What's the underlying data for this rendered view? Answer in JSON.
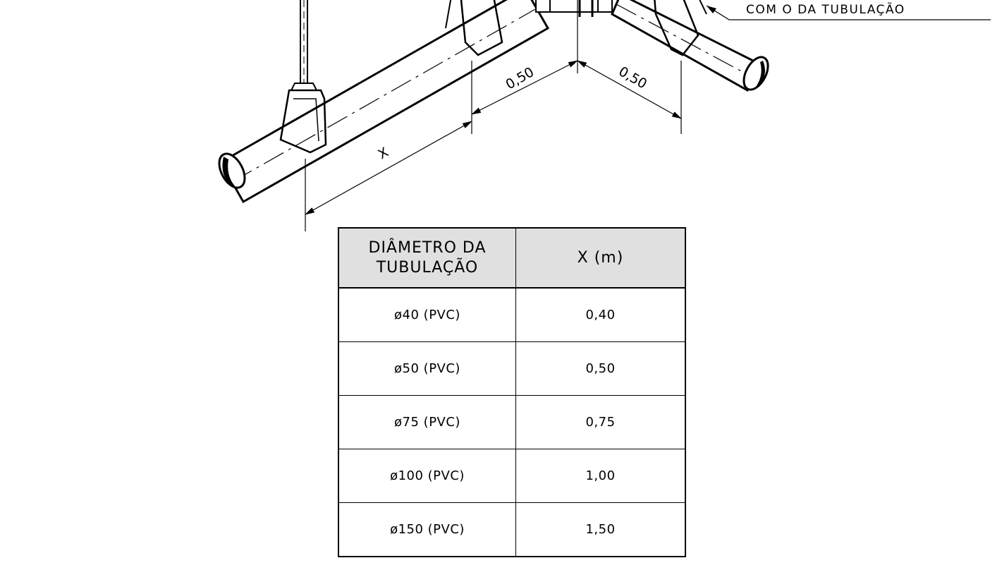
{
  "drawing": {
    "note_text": "COM O DA TUBULAÇÃO",
    "dimensions": {
      "spacing_left": "0,50",
      "spacing_right": "0,50",
      "x_label": "X"
    }
  },
  "table": {
    "header": {
      "diameter": "DIÂMETRO DA\nTUBULAÇÃO",
      "x": "X (m)"
    },
    "rows": [
      {
        "diameter": "ø40 (PVC)",
        "x": "0,40"
      },
      {
        "diameter": "ø50 (PVC)",
        "x": "0,50"
      },
      {
        "diameter": "ø75 (PVC)",
        "x": "0,75"
      },
      {
        "diameter": "ø100 (PVC)",
        "x": "1,00"
      },
      {
        "diameter": "ø150 (PVC)",
        "x": "1,50"
      }
    ]
  }
}
